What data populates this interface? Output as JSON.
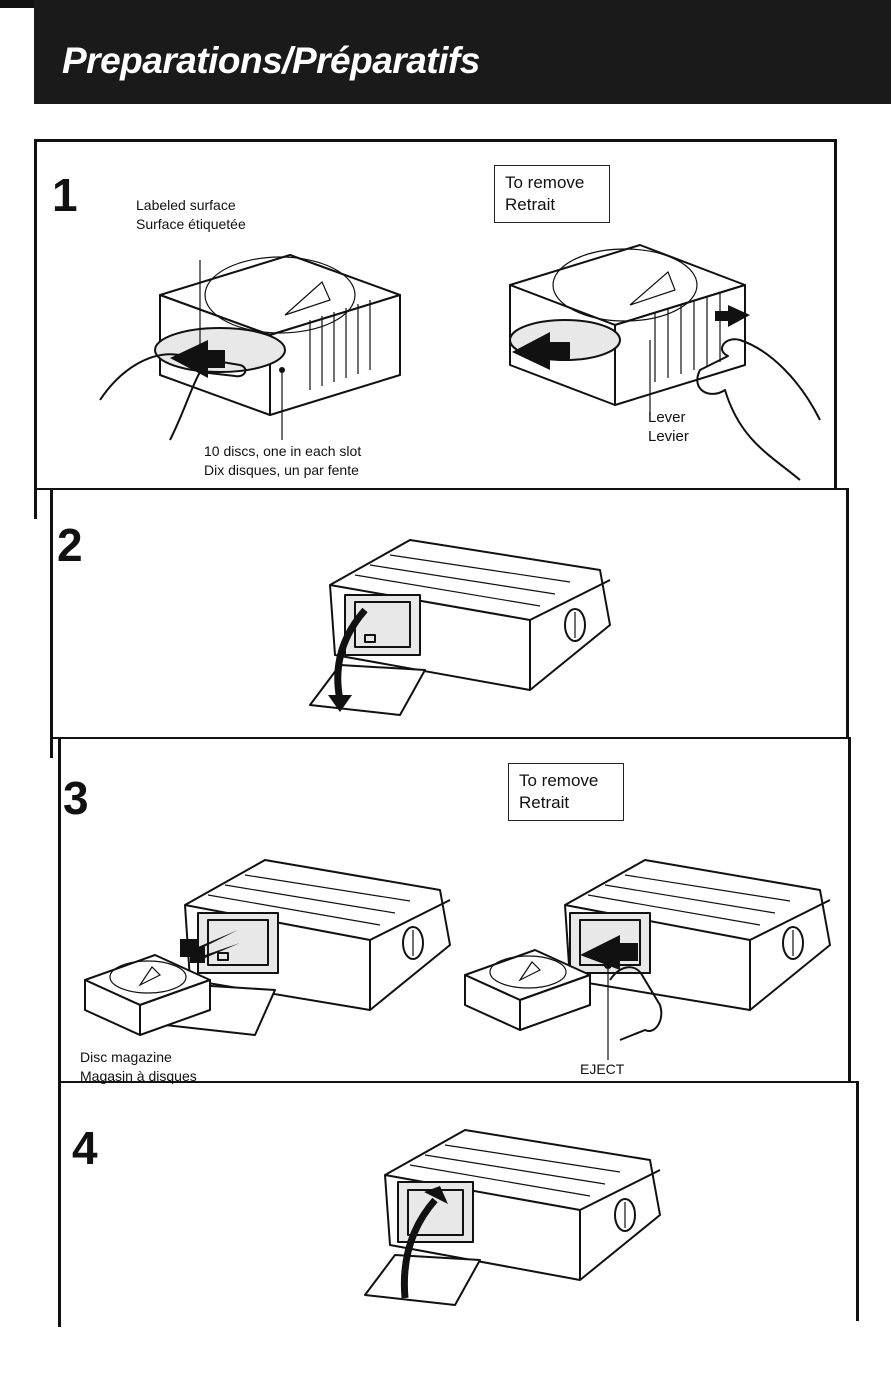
{
  "header": {
    "title": "Preparations/Préparatifs"
  },
  "steps": [
    {
      "number": "1",
      "labeled_surface_en": "Labeled surface",
      "labeled_surface_fr": "Surface étiquetée",
      "discs_en": "10 discs, one in each slot",
      "discs_fr": "Dix disques, un par fente",
      "remove_en": "To remove",
      "remove_fr": "Retrait",
      "lever_en": "Lever",
      "lever_fr": "Levier"
    },
    {
      "number": "2"
    },
    {
      "number": "3",
      "remove_en": "To remove",
      "remove_fr": "Retrait",
      "magazine_en": "Disc magazine",
      "magazine_fr": "Magasin à disques",
      "eject": "EJECT"
    },
    {
      "number": "4"
    }
  ],
  "colors": {
    "header_bg": "#1a1a1a",
    "header_text": "#ffffff",
    "ink": "#111111"
  }
}
